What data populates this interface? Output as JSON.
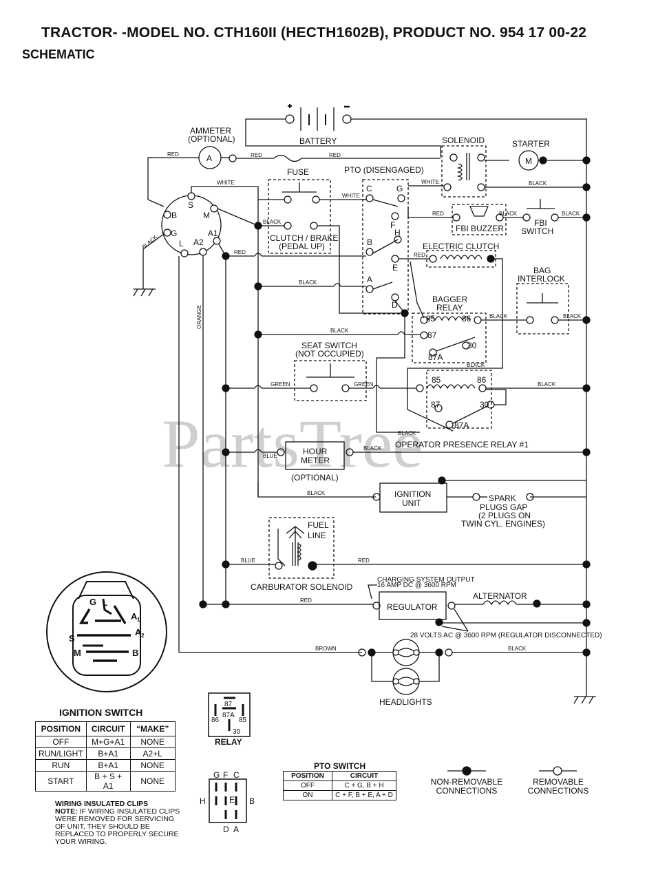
{
  "header": {
    "title": "TRACTOR- -MODEL NO. CTH160II (HECTH1602B), PRODUCT NO. 954 17 00-22",
    "subtitle": "SCHEMATIC"
  },
  "watermark": "PartsTree",
  "components": {
    "battery": "BATTERY",
    "ammeter": "AMMETER",
    "ammeter_opt": "(OPTIONAL)",
    "ammeter_symbol": "A",
    "solenoid": "SOLENOID",
    "starter": "STARTER",
    "starter_symbol": "M",
    "fuse": "FUSE",
    "pto": "PTO (DISENGAGED)",
    "fbi_buzzer": "FBI BUZZER",
    "fbi_switch_1": "FBI",
    "fbi_switch_2": "SWITCH",
    "clutch_1": "CLUTCH / BRAKE",
    "clutch_2": "(PEDAL UP)",
    "electric_clutch": "ELECTRIC CLUTCH",
    "bag_1": "BAG",
    "bag_2": "INTERLOCK",
    "bagger_1": "BAGGER",
    "bagger_2": "RELAY",
    "seat_1": "SEAT SWITCH",
    "seat_2": "(NOT OCCUPIED)",
    "opr": "OPERATOR PRESENCE RELAY #1",
    "hour_1": "HOUR",
    "hour_2": "METER",
    "hour_opt": "(OPTIONAL)",
    "ignition_unit_1": "IGNITION",
    "ignition_unit_2": "UNIT",
    "spark_1": "SPARK",
    "spark_2": "PLUGS GAP",
    "spark_3": "(2 PLUGS ON",
    "spark_4": "TWIN CYL. ENGINES)",
    "fuel_1": "FUEL",
    "fuel_2": "LINE",
    "carb": "CARBURATOR SOLENOID",
    "charging_1": "CHARGING SYSTEM OUTPUT",
    "charging_2": "16 AMP DC @ 3600 RPM",
    "regulator": "REGULATOR",
    "alternator": "ALTERNATOR",
    "volts": "28 VOLTS AC @ 3600 RPM (REGULATOR DISCONNECTED)",
    "headlights": "HEADLIGHTS"
  },
  "wires": {
    "red": "RED",
    "white": "WHITE",
    "black": "BLACK",
    "green": "GREEN",
    "blue": "BLUE",
    "orange": "ORANGE",
    "brown": "BROWN"
  },
  "terminals": {
    "b": "B",
    "s": "S",
    "m": "M",
    "g": "G",
    "l": "L",
    "a1": "A1",
    "a2": "A2",
    "pto_c": "C",
    "pto_g": "G",
    "pto_f": "F",
    "pto_h": "H",
    "pto_b": "B",
    "pto_e": "E",
    "pto_a": "A",
    "pto_d": "D",
    "r85": "85",
    "r86": "86",
    "r87": "87",
    "r30": "30",
    "r87a": "87A"
  },
  "ignition_switch": {
    "title": "IGNITION SWITCH",
    "face": {
      "g": "G",
      "l": "L",
      "a1": "A",
      "a1_sub": "1",
      "a2": "A",
      "a2_sub": "2",
      "s": "S",
      "m": "M",
      "b": "B"
    },
    "headers": [
      "POSITION",
      "CIRCUIT",
      "“MAKE”"
    ],
    "rows": [
      [
        "OFF",
        "M+G+A1",
        "NONE"
      ],
      [
        "RUN/LIGHT",
        "B+A1",
        "A2+L"
      ],
      [
        "RUN",
        "B+A1",
        "NONE"
      ],
      [
        "START",
        "B + S + A1",
        "NONE"
      ]
    ]
  },
  "relay_diagram": {
    "label": "RELAY",
    "p87": "87",
    "p87a": "87A",
    "p86": "86",
    "p85": "85",
    "p30": "30"
  },
  "pto_diagram": {
    "g": "G",
    "f": "F",
    "c": "C",
    "h": "H",
    "e": "E",
    "b": "B",
    "d": "D",
    "a": "A"
  },
  "pto_switch": {
    "title": "PTO SWITCH",
    "headers": [
      "POSITION",
      "CIRCUIT"
    ],
    "rows": [
      [
        "OFF",
        "C + G, B + H"
      ],
      [
        "ON",
        "C + F, B + E, A + D"
      ]
    ]
  },
  "note": {
    "heading": "WIRING INSULATED CLIPS",
    "label": "NOTE:",
    "text": "IF WIRING INSULATED CLIPS WERE REMOVED FOR SERVICING OF UNIT, THEY SHOULD BE REPLACED TO PROPERLY SECURE YOUR WIRING."
  },
  "legend": {
    "non_removable_1": "NON-REMOVABLE",
    "non_removable_2": "CONNECTIONS",
    "removable_1": "REMOVABLE",
    "removable_2": "CONNECTIONS"
  }
}
